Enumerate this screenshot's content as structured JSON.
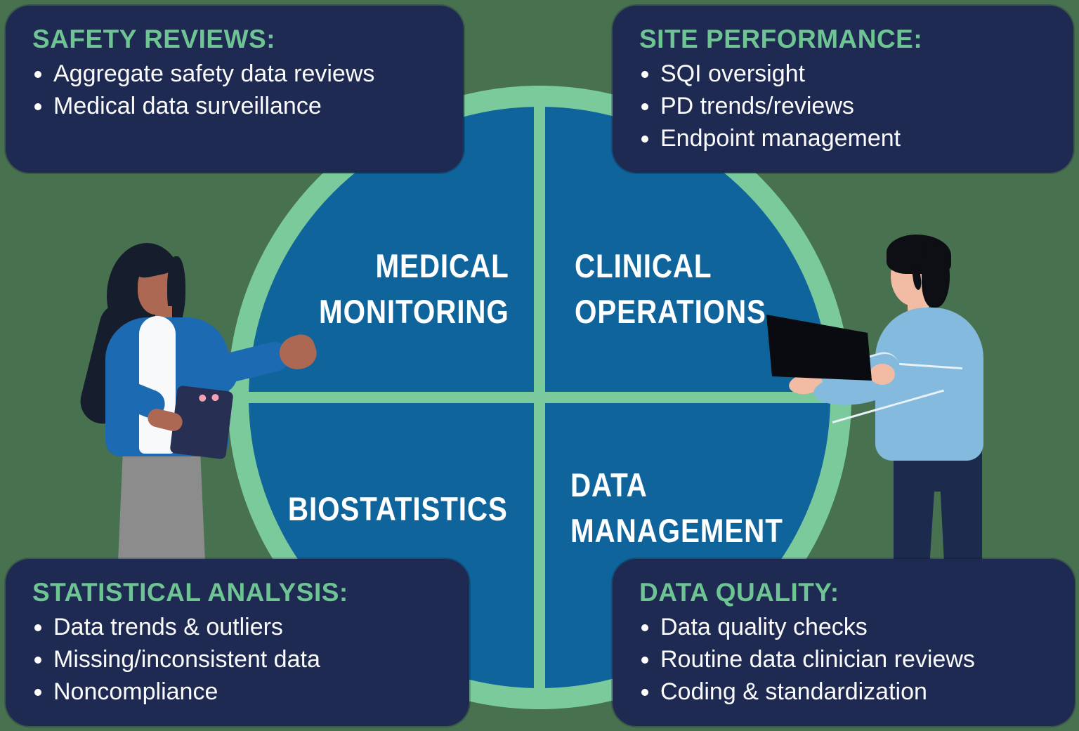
{
  "title": "Clinical trial oversight quadrant diagram",
  "colors": {
    "background_green": "#48714F",
    "ring_green": "#7BCA9C",
    "circle_blue": "#0F659B",
    "panel_navy": "#1F2A53",
    "accent_green": "#6EC492",
    "text_white": "#FFFFFF"
  },
  "quadrants": {
    "top_left": "MEDICAL\nMONITORING",
    "top_right": "CLINICAL\nOPERATIONS",
    "bottom_left": "BIOSTATISTICS",
    "bottom_right": "DATA\nMANAGEMENT"
  },
  "callouts": {
    "safety_reviews": {
      "title": "SAFETY REVIEWS:",
      "bullets": [
        "Aggregate safety data reviews",
        "Medical data surveillance"
      ]
    },
    "site_performance": {
      "title": "SITE PERFORMANCE:",
      "bullets": [
        "SQI oversight",
        "PD trends/reviews",
        "Endpoint management"
      ]
    },
    "statistical_analysis": {
      "title": "STATISTICAL ANALYSIS:",
      "bullets": [
        "Data trends & outliers",
        "Missing/inconsistent data",
        "Noncompliance"
      ]
    },
    "data_quality": {
      "title": "DATA QUALITY:",
      "bullets": [
        "Data quality checks",
        "Routine data clinician reviews",
        "Coding & standardization"
      ]
    }
  },
  "illustrations": {
    "left": "woman-with-clipboard",
    "right": "man-with-laptop"
  }
}
